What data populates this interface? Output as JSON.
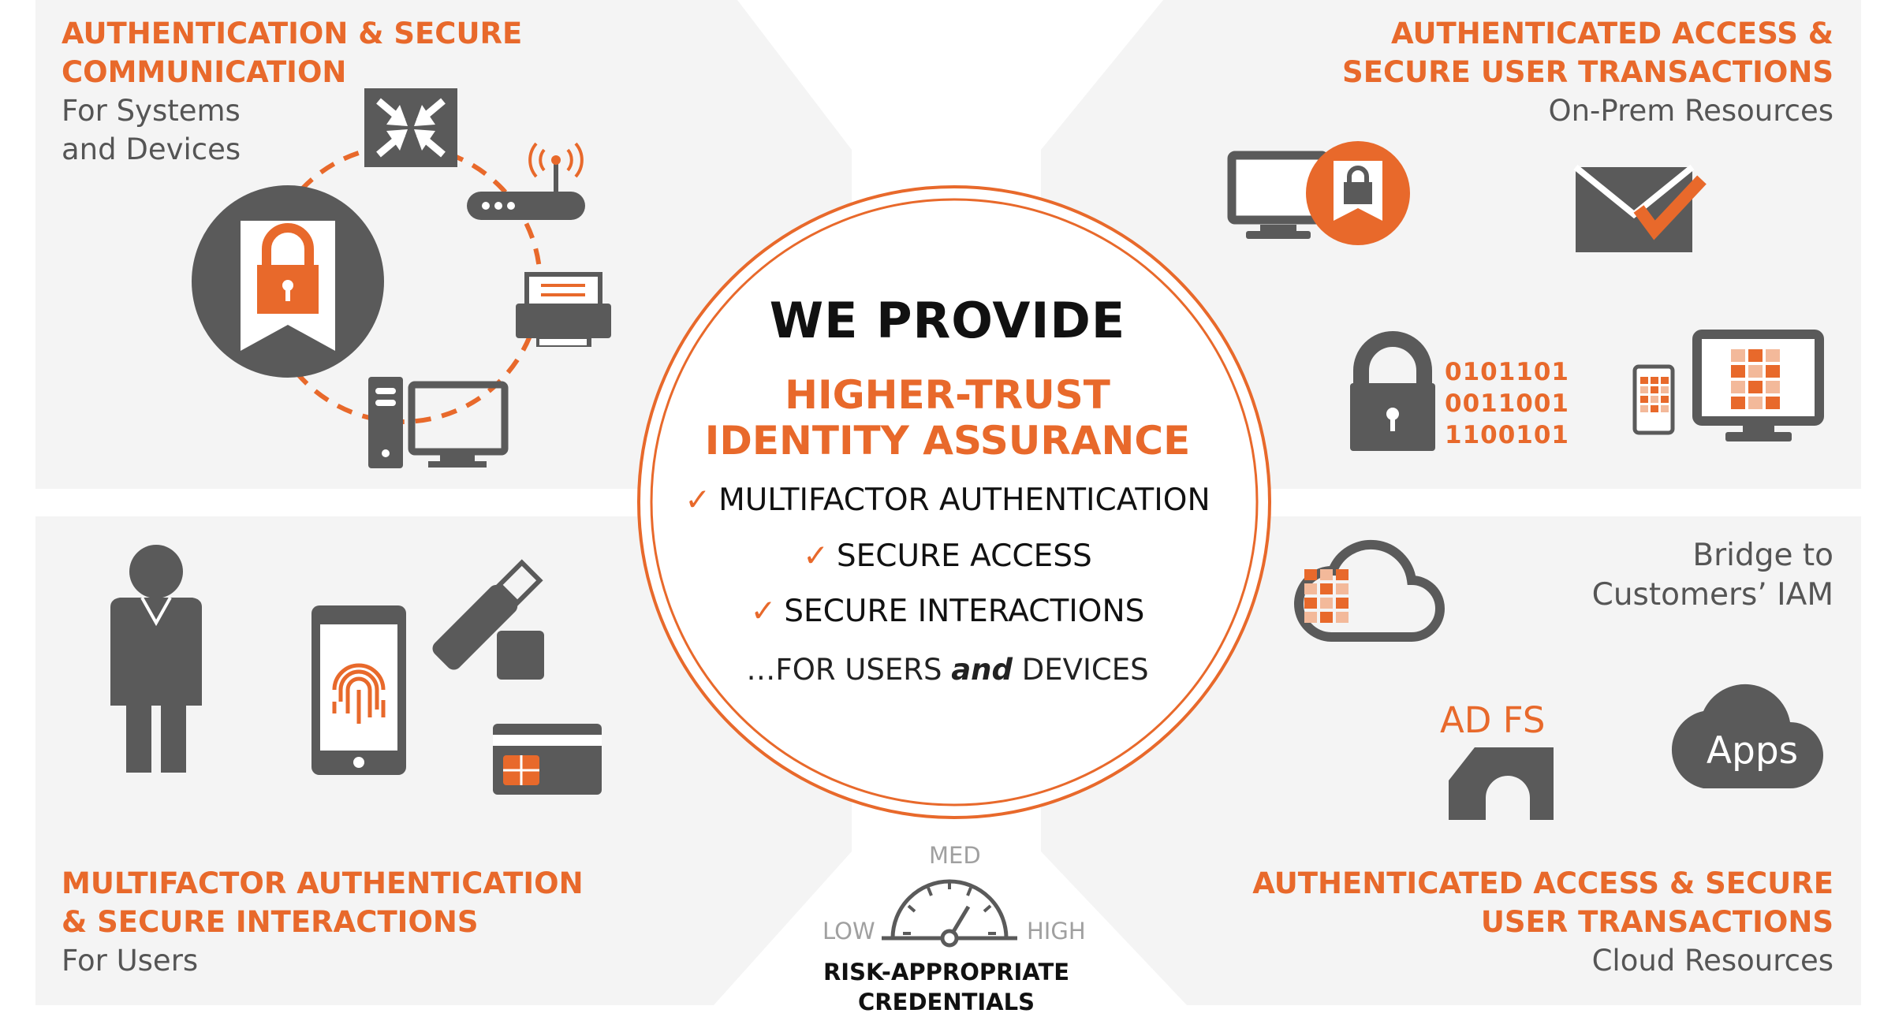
{
  "quadrants": {
    "top_left": {
      "heading": [
        "AUTHENTICATION & SECURE",
        "COMMUNICATION"
      ],
      "sub": [
        "For Systems",
        "and Devices"
      ]
    },
    "top_right": {
      "heading": [
        "AUTHENTICATED ACCESS &",
        "SECURE USER TRANSACTIONS"
      ],
      "sub": [
        "On-Prem Resources"
      ]
    },
    "bottom_left": {
      "heading": [
        "MULTIFACTOR AUTHENTICATION",
        "& SECURE INTERACTIONS"
      ],
      "sub": [
        "For Users"
      ]
    },
    "bottom_right": {
      "heading": [
        "AUTHENTICATED ACCESS & SECURE",
        "USER TRANSACTIONS"
      ],
      "sub": [
        "Cloud Resources"
      ]
    }
  },
  "bridge": [
    "Bridge to",
    "Customers’ IAM"
  ],
  "center": {
    "title": "WE PROVIDE",
    "subtitle": [
      "HIGHER-TRUST",
      "IDENTITY ASSURANCE"
    ],
    "checks": [
      "MULTIFACTOR AUTHENTICATION",
      "SECURE ACCESS",
      "SECURE INTERACTIONS"
    ],
    "check_mark": "✓",
    "footer_prefix": "…FOR USERS ",
    "footer_em": "and",
    "footer_suffix": " DEVICES"
  },
  "gauge": {
    "low": "LOW",
    "med": "MED",
    "high": "HIGH",
    "caption": [
      "RISK-APPROPRIATE",
      "CREDENTIALS"
    ]
  },
  "binary": [
    "0101101",
    "0011001",
    "1100101"
  ],
  "adfs": "AD FS",
  "apps": "Apps",
  "colors": {
    "accent": "#e8692b",
    "icon": "#5a5a5a",
    "panel": "#f4f4f4",
    "light_orange": "#f3b99a"
  },
  "icons": [
    "badge-lock-icon",
    "network-expand-icon",
    "router-icon",
    "printer-icon",
    "desktop-computer-icon",
    "monitor-badge-icon",
    "email-check-icon",
    "padlock-icon",
    "devices-grid-icon",
    "cloud-grid-icon",
    "bridge-icon",
    "cloud-apps-icon",
    "person-icon",
    "fingerprint-phone-icon",
    "usb-drive-icon",
    "smart-card-icon",
    "gauge-icon"
  ]
}
